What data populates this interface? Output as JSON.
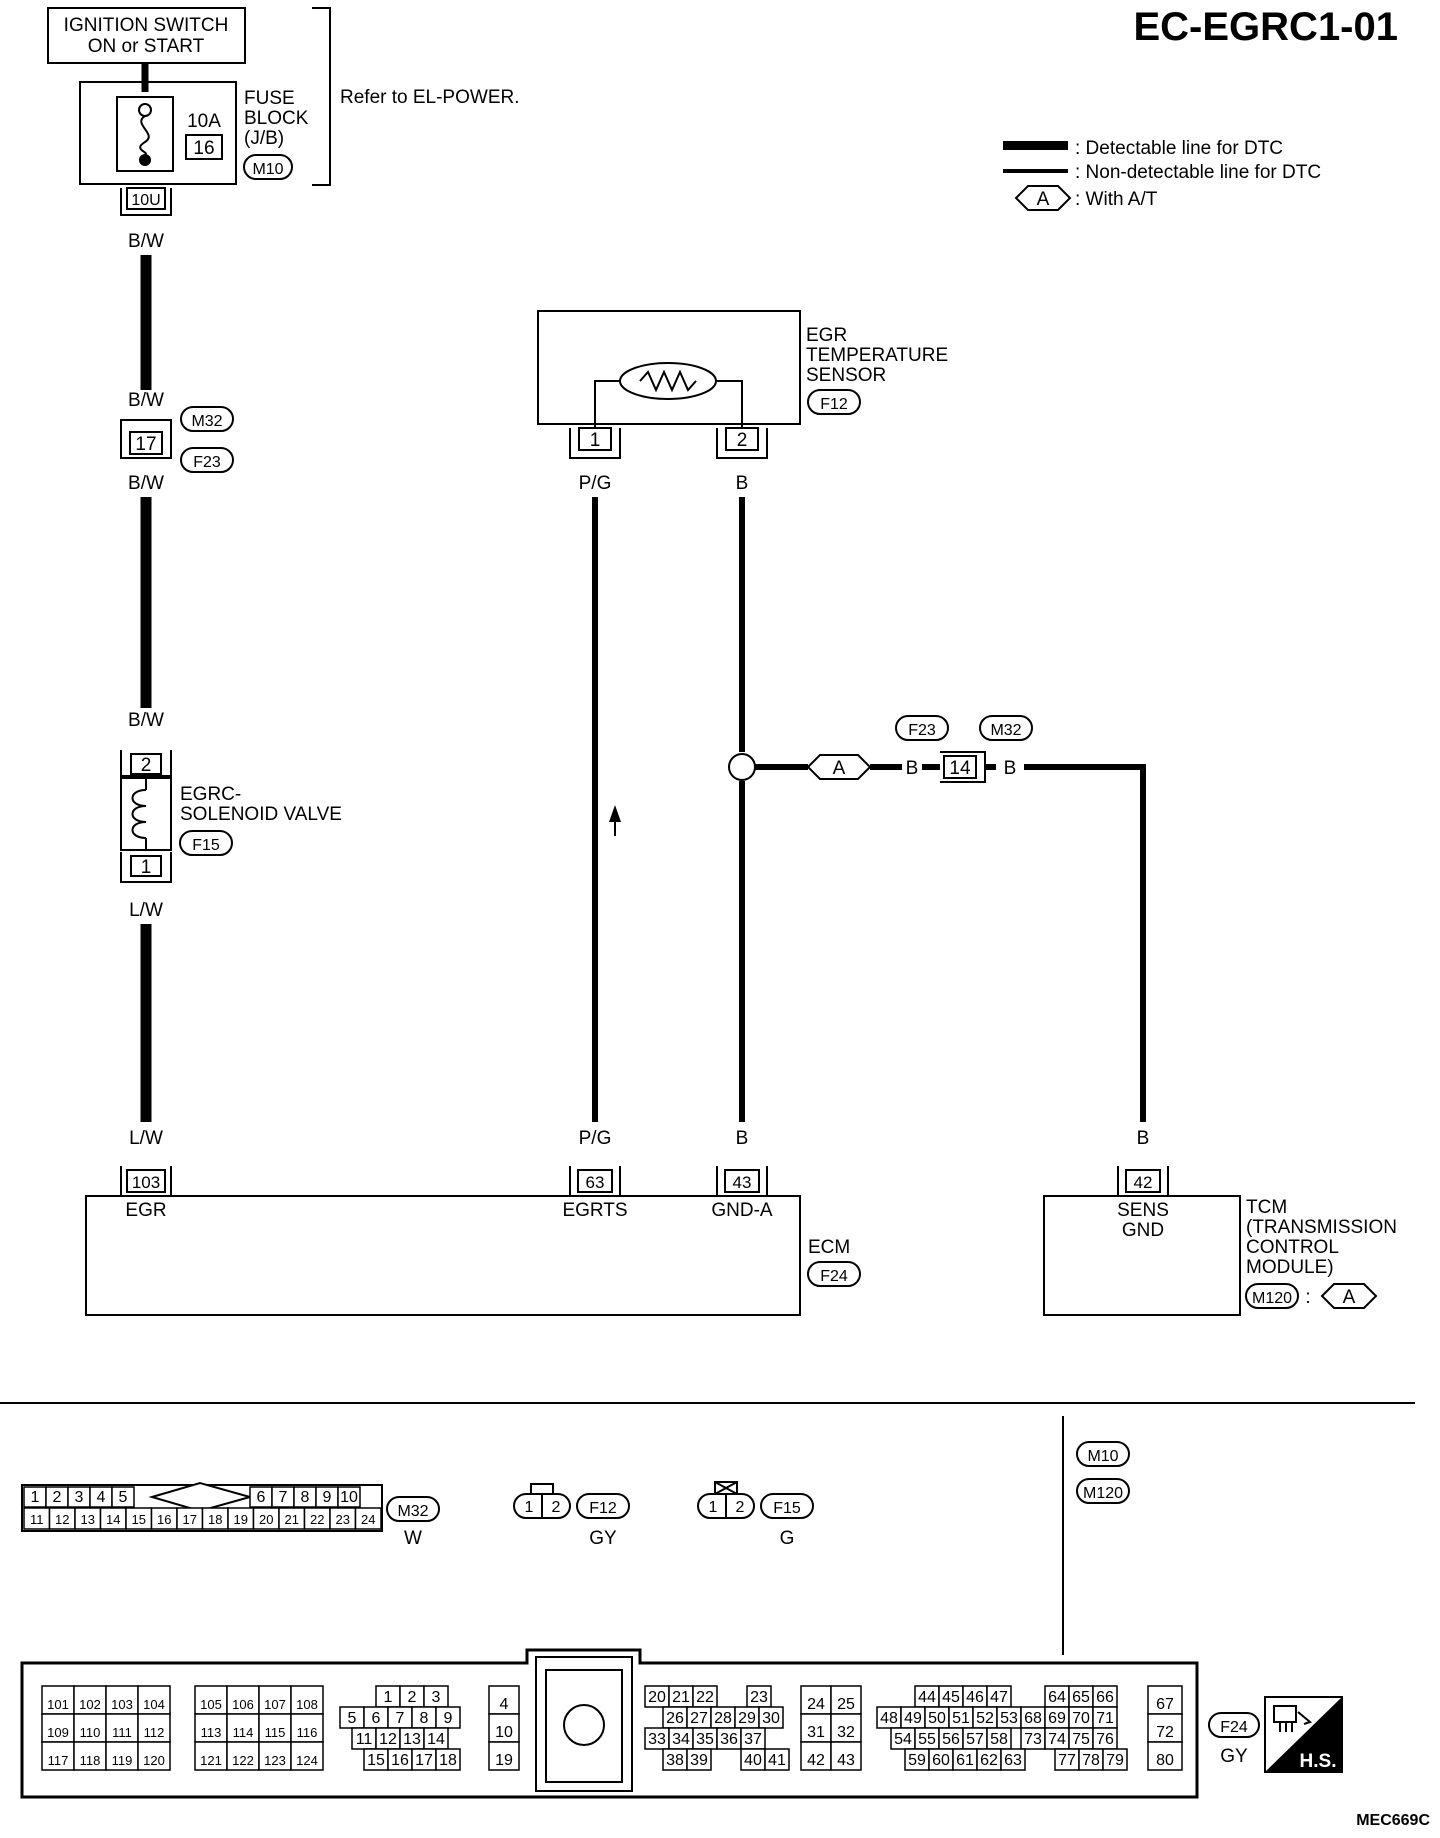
{
  "page_code": "EC-EGRC1-01",
  "figure_code": "MEC669C",
  "legend": {
    "detectable": ": Detectable line for DTC",
    "nondetectable": ": Non-detectable line for DTC",
    "with_at_symbol": "A",
    "with_at": ": With A/T"
  },
  "ignition": {
    "line1": "IGNITION SWITCH",
    "line2": "ON or START"
  },
  "fuse": {
    "amp": "10A",
    "num": "16",
    "name1": "FUSE",
    "name2": "BLOCK",
    "name3": "(J/B)",
    "conn": "M10",
    "terminal": "10U",
    "note": "Refer to EL-POWER."
  },
  "wires": {
    "bw": "B/W",
    "lw": "L/W",
    "pg": "P/G",
    "b": "B"
  },
  "joint": {
    "pin": "17",
    "conn1": "M32",
    "conn2": "F23"
  },
  "egrc_valve": {
    "name1": "EGRC-",
    "name2": "SOLENOID VALVE",
    "conn": "F15",
    "pin_top": "2",
    "pin_bottom": "1"
  },
  "egr_sensor": {
    "name1": "EGR",
    "name2": "TEMPERATURE",
    "name3": "SENSOR",
    "conn": "F12",
    "pin1": "1",
    "pin2": "2"
  },
  "gnd_branch": {
    "tag": "A",
    "conn1": "F23",
    "conn2": "M32",
    "pin": "14"
  },
  "ecm": {
    "name": "ECM",
    "conn": "F24",
    "pin_egr": "103",
    "lbl_egr": "EGR",
    "pin_egrts": "63",
    "lbl_egrts": "EGRTS",
    "pin_gnd": "43",
    "lbl_gnd": "GND-A"
  },
  "tcm": {
    "pin": "42",
    "pin_lbl1": "SENS",
    "pin_lbl2": "GND",
    "name1": "TCM",
    "name2": "(TRANSMISSION",
    "name3": "CONTROL",
    "name4": "MODULE)",
    "conn": "M120",
    "colon": ":",
    "tag": "A"
  },
  "connectors": {
    "m32": {
      "name": "M32",
      "color": "W",
      "row1": [
        "1",
        "2",
        "3",
        "4",
        "5",
        "6",
        "7",
        "8",
        "9",
        "10"
      ],
      "row2": [
        "11",
        "12",
        "13",
        "14",
        "15",
        "16",
        "17",
        "18",
        "19",
        "20",
        "21",
        "22",
        "23",
        "24"
      ]
    },
    "f12": {
      "name": "F12",
      "color": "GY",
      "pins": [
        "1",
        "2"
      ]
    },
    "f15": {
      "name": "F15",
      "color": "G",
      "pins": [
        "1",
        "2"
      ]
    },
    "right_conns": [
      "M10",
      "M120"
    ],
    "f24": {
      "name": "F24",
      "color": "GY",
      "hs": "H.S.",
      "g1": [
        [
          "101",
          "102",
          "103",
          "104"
        ],
        [
          "109",
          "110",
          "111",
          "112"
        ],
        [
          "117",
          "118",
          "119",
          "120"
        ]
      ],
      "g2": [
        [
          "105",
          "106",
          "107",
          "108"
        ],
        [
          "113",
          "114",
          "115",
          "116"
        ],
        [
          "121",
          "122",
          "123",
          "124"
        ]
      ],
      "g3": [
        [
          "1",
          "2",
          "3"
        ],
        [
          "5",
          "6",
          "7",
          "8",
          "9"
        ],
        [
          "11",
          "12",
          "13",
          "14"
        ],
        [
          "15",
          "16",
          "17",
          "18"
        ]
      ],
      "g4": [
        "4",
        "10",
        "19"
      ],
      "g5": [
        [
          "20",
          "21",
          "22",
          "23"
        ],
        [
          "26",
          "27",
          "28",
          "29",
          "30"
        ],
        [
          "33",
          "34",
          "35",
          "36",
          "37"
        ],
        [
          "38",
          "39",
          "40",
          "41"
        ]
      ],
      "g6": [
        [
          "24",
          "25"
        ],
        [
          "31",
          "32"
        ],
        [
          "42",
          "43"
        ]
      ],
      "g7": [
        [
          "44",
          "45",
          "46",
          "47",
          "64",
          "65",
          "66"
        ],
        [
          "48",
          "49",
          "50",
          "51",
          "52",
          "53",
          "68",
          "69",
          "70",
          "71"
        ],
        [
          "54",
          "55",
          "56",
          "57",
          "58",
          "73",
          "74",
          "75",
          "76"
        ],
        [
          "59",
          "60",
          "61",
          "62",
          "63",
          "77",
          "78",
          "79"
        ]
      ],
      "g8": [
        "67",
        "72",
        "80"
      ]
    }
  }
}
